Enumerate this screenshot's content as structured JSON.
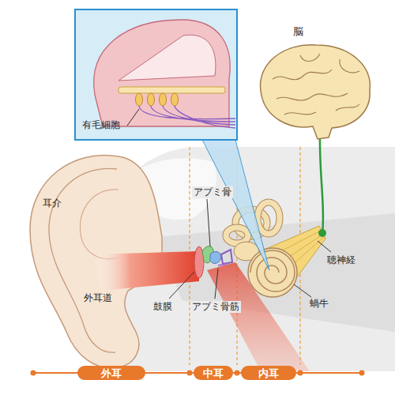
{
  "diagram": {
    "nodes": [
      {
        "text": [
          "外耳"
        ]
      },
      {
        "text": [
          "中耳"
        ]
      },
      {
        "text": [
          "内耳"
        ]
      }
    ],
    "labels": [
      "有毛細胞",
      "脳",
      "アブミ骨",
      "耳介",
      "外耳道",
      "鼓膜",
      "アブミ骨筋",
      "聴神経",
      "蝸牛"
    ]
  }
}
